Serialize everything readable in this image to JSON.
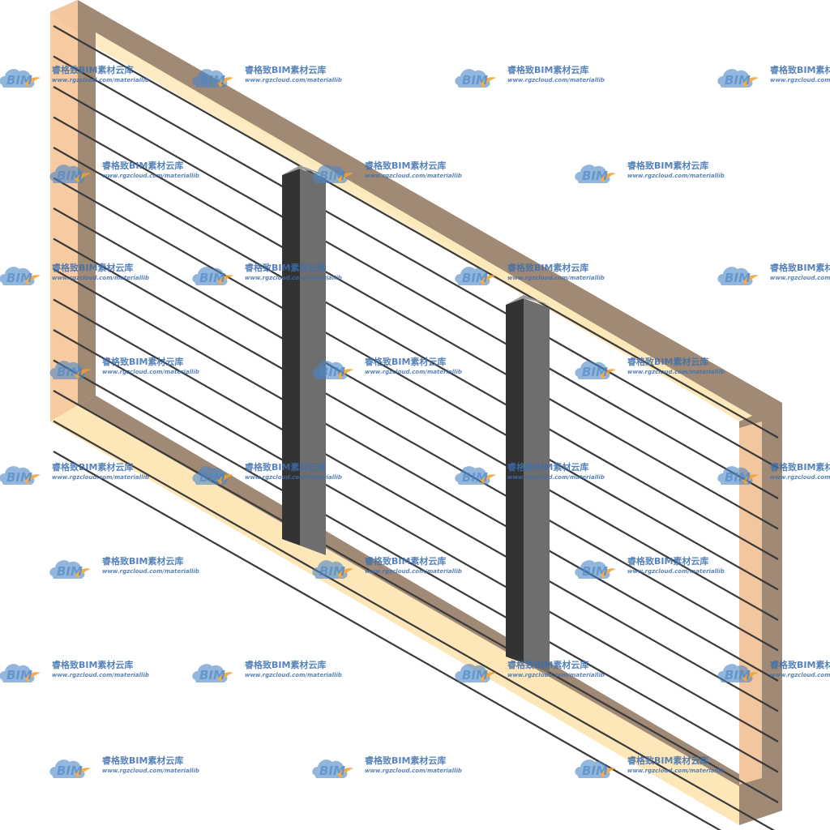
{
  "model": {
    "colors": {
      "frame_top": "#a08a76",
      "frame_front": "#fde7b8",
      "frame_side": "#f7c9a0",
      "frame_inner": "#f3d6b0",
      "post_dark": "#333333",
      "post_light": "#6e6e6e",
      "cable": "#3a3a3a",
      "background": "#ffffff"
    },
    "cable_count": 15,
    "post_count": 2
  },
  "watermark": {
    "brand_cn": "睿格致BIM素材云库",
    "url": "www.rgzcloud.com/materiallib",
    "logo_text": "BIM",
    "colors": {
      "cloud": "#4a86c6",
      "swoosh": "#f0a030",
      "text": "#3d6fae"
    }
  }
}
